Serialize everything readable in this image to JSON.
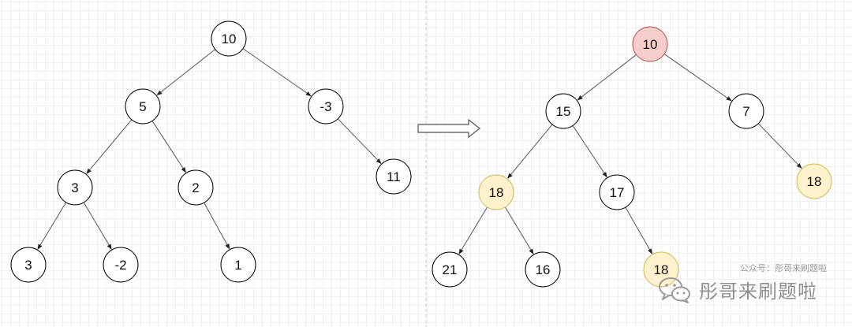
{
  "left_tree": {
    "nodes": [
      {
        "id": "L10",
        "label": "10"
      },
      {
        "id": "L5",
        "label": "5"
      },
      {
        "id": "Lm3",
        "label": "-3"
      },
      {
        "id": "L3a",
        "label": "3"
      },
      {
        "id": "L2",
        "label": "2"
      },
      {
        "id": "L11",
        "label": "11"
      },
      {
        "id": "L3b",
        "label": "3"
      },
      {
        "id": "Lm2",
        "label": "-2"
      },
      {
        "id": "L1",
        "label": "1"
      }
    ],
    "edges": [
      [
        "L10",
        "L5"
      ],
      [
        "L10",
        "Lm3"
      ],
      [
        "L5",
        "L3a"
      ],
      [
        "L5",
        "L2"
      ],
      [
        "Lm3",
        "L11"
      ],
      [
        "L3a",
        "L3b"
      ],
      [
        "L3a",
        "Lm2"
      ],
      [
        "L2",
        "L1"
      ]
    ]
  },
  "right_tree": {
    "nodes": [
      {
        "id": "R10",
        "label": "10",
        "fill": "#f8cecc",
        "stroke": "#b85450"
      },
      {
        "id": "R15",
        "label": "15"
      },
      {
        "id": "R7",
        "label": "7"
      },
      {
        "id": "R18a",
        "label": "18",
        "fill": "#fff2cc",
        "stroke": "#d6b656"
      },
      {
        "id": "R17",
        "label": "17"
      },
      {
        "id": "R18b",
        "label": "18",
        "fill": "#fff2cc",
        "stroke": "#d6b656"
      },
      {
        "id": "R21",
        "label": "21"
      },
      {
        "id": "R16",
        "label": "16"
      },
      {
        "id": "R18c",
        "label": "18",
        "fill": "#fff2cc",
        "stroke": "#d6b656"
      }
    ],
    "edges": [
      [
        "R10",
        "R15"
      ],
      [
        "R10",
        "R7"
      ],
      [
        "R15",
        "R18a"
      ],
      [
        "R15",
        "R17"
      ],
      [
        "R7",
        "R18b"
      ],
      [
        "R18a",
        "R21"
      ],
      [
        "R18a",
        "R16"
      ],
      [
        "R17",
        "R18c"
      ]
    ]
  },
  "colors": {
    "node_fill_default": "#ffffff",
    "node_stroke_default": "#000000",
    "edge": "#555555",
    "divider": "#cccccc",
    "arrow_outline": "#555555"
  },
  "watermark": {
    "small_text": "公众号：彤哥来刷题啦",
    "big_text": "彤哥来刷题啦",
    "icon": "wechat-icon"
  }
}
